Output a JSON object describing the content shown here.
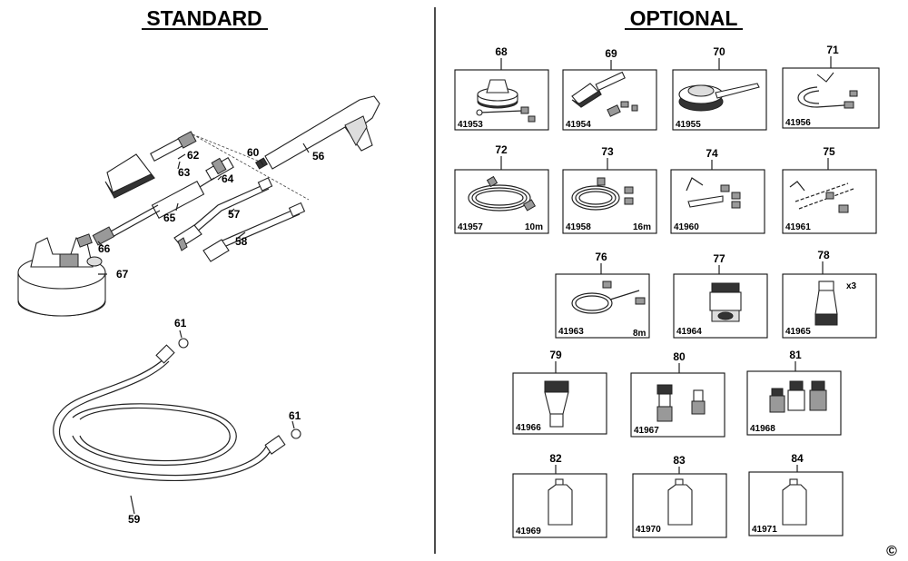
{
  "headings": {
    "standard": "STANDARD",
    "optional": "OPTIONAL"
  },
  "standard_parts": [
    {
      "ref": "56"
    },
    {
      "ref": "57"
    },
    {
      "ref": "58"
    },
    {
      "ref": "59"
    },
    {
      "ref": "60"
    },
    {
      "ref": "61a",
      "label": "61"
    },
    {
      "ref": "61b",
      "label": "61"
    },
    {
      "ref": "62"
    },
    {
      "ref": "63"
    },
    {
      "ref": "64"
    },
    {
      "ref": "65"
    },
    {
      "ref": "66"
    },
    {
      "ref": "67"
    }
  ],
  "optional_accessories": [
    {
      "ref": "68",
      "cat": "41953",
      "icon": "patio-cleaner-icon"
    },
    {
      "ref": "69",
      "cat": "41954",
      "icon": "brush-icon"
    },
    {
      "ref": "70",
      "cat": "41955",
      "icon": "rotary-brush-icon"
    },
    {
      "ref": "71",
      "cat": "41956",
      "icon": "pipe-cleaning-hose-icon"
    },
    {
      "ref": "72",
      "cat": "41957",
      "extra": "10m",
      "icon": "hose-icon"
    },
    {
      "ref": "73",
      "cat": "41958",
      "extra": "16m",
      "icon": "hose-icon"
    },
    {
      "ref": "74",
      "cat": "41960",
      "icon": "angled-lance-icon"
    },
    {
      "ref": "75",
      "cat": "41961",
      "icon": "telescopic-lance-icon"
    },
    {
      "ref": "76",
      "cat": "41963",
      "extra": "8m",
      "icon": "hose-icon"
    },
    {
      "ref": "77",
      "cat": "41964",
      "icon": "coupling-icon"
    },
    {
      "ref": "78",
      "cat": "41965",
      "extra": "x3",
      "icon": "nozzle-icon"
    },
    {
      "ref": "79",
      "cat": "41966",
      "icon": "nozzle-icon"
    },
    {
      "ref": "80",
      "cat": "41967",
      "icon": "connector-set-icon"
    },
    {
      "ref": "81",
      "cat": "41968",
      "icon": "connector-set-icon"
    },
    {
      "ref": "82",
      "cat": "41969",
      "icon": "detergent-bottle-icon"
    },
    {
      "ref": "83",
      "cat": "41970",
      "icon": "detergent-bottle-icon"
    },
    {
      "ref": "84",
      "cat": "41971",
      "icon": "detergent-bottle-icon"
    }
  ],
  "copyright": "©"
}
